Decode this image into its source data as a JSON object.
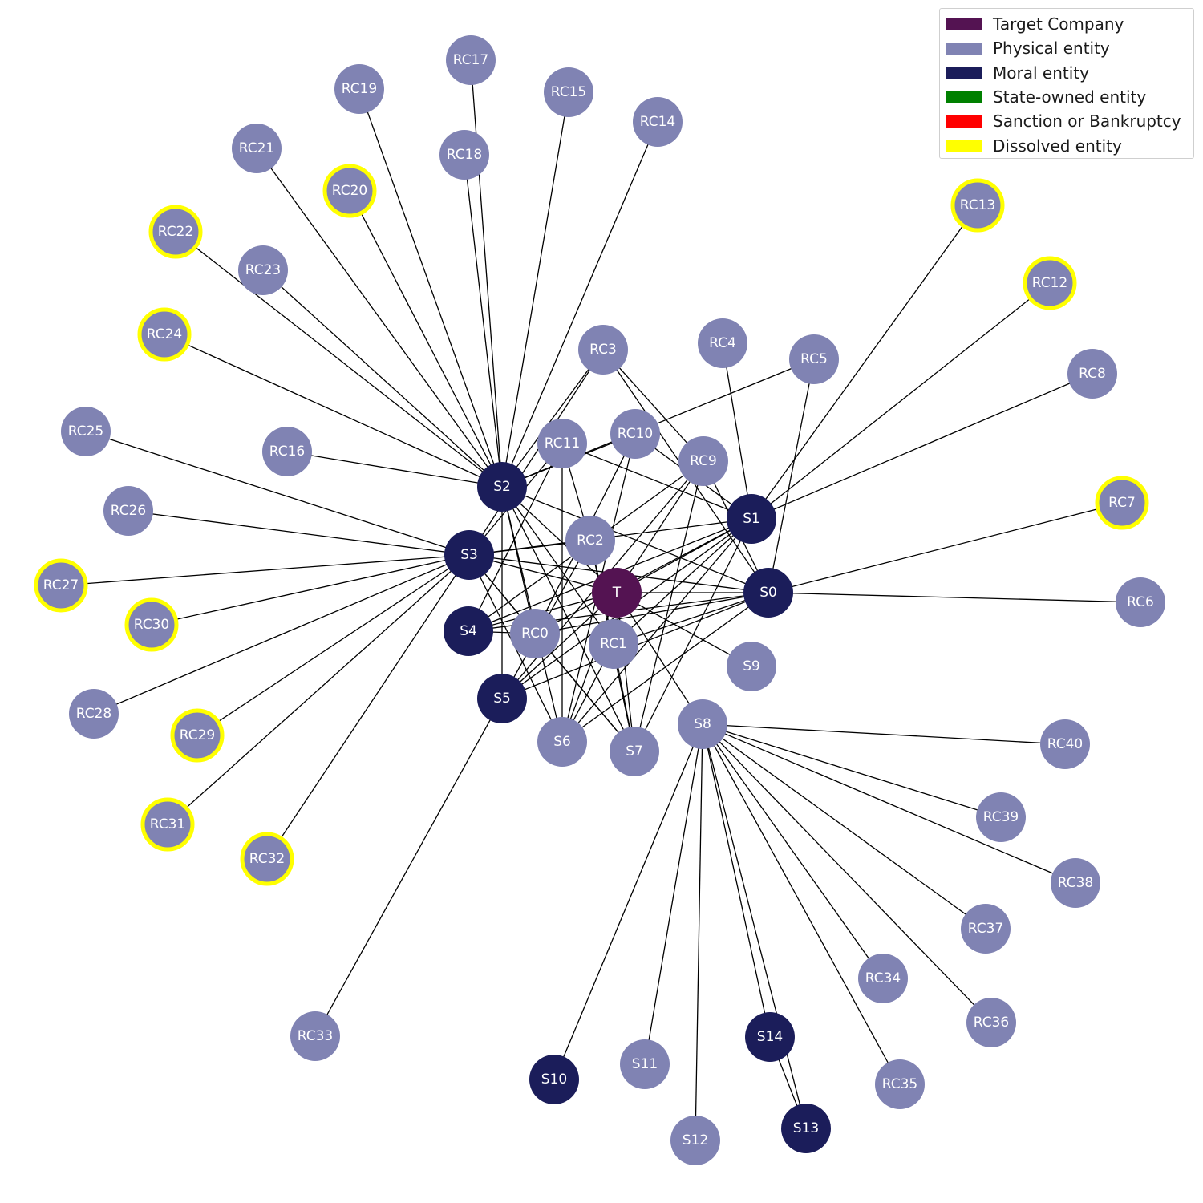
{
  "colors": {
    "target": "#541352",
    "physical": "#8083b3",
    "moral": "#1b1d5a",
    "dissolved_outline": "#ffff00",
    "edge": "#000000",
    "label": "#ffffff"
  },
  "legend": [
    {
      "label": "Target Company",
      "color": "#541352"
    },
    {
      "label": "Physical entity",
      "color": "#8083b3"
    },
    {
      "label": "Moral entity",
      "color": "#1b1d5a"
    },
    {
      "label": "State-owned entity",
      "color": "#008000"
    },
    {
      "label": "Sanction or Bankruptcy",
      "color": "#ff0000"
    },
    {
      "label": "Dissolved entity",
      "color": "#ffff00"
    }
  ],
  "nodes": [
    {
      "id": "T",
      "type": "target",
      "dissolved": false
    },
    {
      "id": "S0",
      "type": "moral",
      "dissolved": false
    },
    {
      "id": "S1",
      "type": "moral",
      "dissolved": false
    },
    {
      "id": "S2",
      "type": "moral",
      "dissolved": false
    },
    {
      "id": "S3",
      "type": "moral",
      "dissolved": false
    },
    {
      "id": "S4",
      "type": "moral",
      "dissolved": false
    },
    {
      "id": "S5",
      "type": "moral",
      "dissolved": false
    },
    {
      "id": "S6",
      "type": "physical",
      "dissolved": false
    },
    {
      "id": "S7",
      "type": "physical",
      "dissolved": false
    },
    {
      "id": "S8",
      "type": "physical",
      "dissolved": false
    },
    {
      "id": "S9",
      "type": "physical",
      "dissolved": false
    },
    {
      "id": "S10",
      "type": "moral",
      "dissolved": false
    },
    {
      "id": "S11",
      "type": "physical",
      "dissolved": false
    },
    {
      "id": "S12",
      "type": "physical",
      "dissolved": false
    },
    {
      "id": "S13",
      "type": "moral",
      "dissolved": false
    },
    {
      "id": "S14",
      "type": "moral",
      "dissolved": false
    },
    {
      "id": "RC0",
      "type": "physical",
      "dissolved": false
    },
    {
      "id": "RC1",
      "type": "physical",
      "dissolved": false
    },
    {
      "id": "RC2",
      "type": "physical",
      "dissolved": false
    },
    {
      "id": "RC3",
      "type": "physical",
      "dissolved": false
    },
    {
      "id": "RC4",
      "type": "physical",
      "dissolved": false
    },
    {
      "id": "RC5",
      "type": "physical",
      "dissolved": false
    },
    {
      "id": "RC6",
      "type": "physical",
      "dissolved": false
    },
    {
      "id": "RC7",
      "type": "physical",
      "dissolved": true
    },
    {
      "id": "RC8",
      "type": "physical",
      "dissolved": false
    },
    {
      "id": "RC9",
      "type": "physical",
      "dissolved": false
    },
    {
      "id": "RC10",
      "type": "physical",
      "dissolved": false
    },
    {
      "id": "RC11",
      "type": "physical",
      "dissolved": false
    },
    {
      "id": "RC12",
      "type": "physical",
      "dissolved": true
    },
    {
      "id": "RC13",
      "type": "physical",
      "dissolved": true
    },
    {
      "id": "RC14",
      "type": "physical",
      "dissolved": false
    },
    {
      "id": "RC15",
      "type": "physical",
      "dissolved": false
    },
    {
      "id": "RC16",
      "type": "physical",
      "dissolved": false
    },
    {
      "id": "RC17",
      "type": "physical",
      "dissolved": false
    },
    {
      "id": "RC18",
      "type": "physical",
      "dissolved": false
    },
    {
      "id": "RC19",
      "type": "physical",
      "dissolved": false
    },
    {
      "id": "RC20",
      "type": "physical",
      "dissolved": true
    },
    {
      "id": "RC21",
      "type": "physical",
      "dissolved": false
    },
    {
      "id": "RC22",
      "type": "physical",
      "dissolved": true
    },
    {
      "id": "RC23",
      "type": "physical",
      "dissolved": false
    },
    {
      "id": "RC24",
      "type": "physical",
      "dissolved": true
    },
    {
      "id": "RC25",
      "type": "physical",
      "dissolved": false
    },
    {
      "id": "RC26",
      "type": "physical",
      "dissolved": false
    },
    {
      "id": "RC27",
      "type": "physical",
      "dissolved": true
    },
    {
      "id": "RC28",
      "type": "physical",
      "dissolved": false
    },
    {
      "id": "RC29",
      "type": "physical",
      "dissolved": true
    },
    {
      "id": "RC30",
      "type": "physical",
      "dissolved": true
    },
    {
      "id": "RC31",
      "type": "physical",
      "dissolved": true
    },
    {
      "id": "RC32",
      "type": "physical",
      "dissolved": true
    },
    {
      "id": "RC33",
      "type": "physical",
      "dissolved": false
    },
    {
      "id": "RC34",
      "type": "physical",
      "dissolved": false
    },
    {
      "id": "RC35",
      "type": "physical",
      "dissolved": false
    },
    {
      "id": "RC36",
      "type": "physical",
      "dissolved": false
    },
    {
      "id": "RC37",
      "type": "physical",
      "dissolved": false
    },
    {
      "id": "RC38",
      "type": "physical",
      "dissolved": false
    },
    {
      "id": "RC39",
      "type": "physical",
      "dissolved": false
    },
    {
      "id": "RC40",
      "type": "physical",
      "dissolved": false
    }
  ],
  "edges": [
    [
      "T",
      "S0"
    ],
    [
      "T",
      "S1"
    ],
    [
      "T",
      "S2"
    ],
    [
      "T",
      "S3"
    ],
    [
      "T",
      "S4"
    ],
    [
      "T",
      "S5"
    ],
    [
      "T",
      "S6"
    ],
    [
      "T",
      "S7"
    ],
    [
      "T",
      "S8"
    ],
    [
      "T",
      "S9"
    ],
    [
      "T",
      "RC9"
    ],
    [
      "S0",
      "S2"
    ],
    [
      "S0",
      "S3"
    ],
    [
      "S0",
      "S4"
    ],
    [
      "S0",
      "S5"
    ],
    [
      "S0",
      "S6"
    ],
    [
      "S0",
      "RC0"
    ],
    [
      "S0",
      "RC1"
    ],
    [
      "S0",
      "RC3"
    ],
    [
      "S0",
      "RC5"
    ],
    [
      "S0",
      "RC6"
    ],
    [
      "S0",
      "RC7"
    ],
    [
      "S0",
      "RC9"
    ],
    [
      "S1",
      "S3"
    ],
    [
      "S1",
      "S4"
    ],
    [
      "S1",
      "S5"
    ],
    [
      "S1",
      "S6"
    ],
    [
      "S1",
      "S7"
    ],
    [
      "S1",
      "RC0"
    ],
    [
      "S1",
      "RC1"
    ],
    [
      "S1",
      "RC4"
    ],
    [
      "S1",
      "RC8"
    ],
    [
      "S1",
      "RC10"
    ],
    [
      "S1",
      "RC11"
    ],
    [
      "S1",
      "RC12"
    ],
    [
      "S1",
      "RC13"
    ],
    [
      "S2",
      "S5"
    ],
    [
      "S2",
      "S6"
    ],
    [
      "S2",
      "S7"
    ],
    [
      "S2",
      "RC0"
    ],
    [
      "S2",
      "RC1"
    ],
    [
      "S2",
      "RC3"
    ],
    [
      "S2",
      "RC5"
    ],
    [
      "S2",
      "RC10"
    ],
    [
      "S2",
      "RC14"
    ],
    [
      "S2",
      "RC15"
    ],
    [
      "S2",
      "RC16"
    ],
    [
      "S2",
      "RC17"
    ],
    [
      "S2",
      "RC18"
    ],
    [
      "S2",
      "RC19"
    ],
    [
      "S2",
      "RC20"
    ],
    [
      "S2",
      "RC21"
    ],
    [
      "S2",
      "RC22"
    ],
    [
      "S2",
      "RC23"
    ],
    [
      "S2",
      "RC24"
    ],
    [
      "S3",
      "S6"
    ],
    [
      "S3",
      "S7"
    ],
    [
      "S3",
      "RC0"
    ],
    [
      "S3",
      "RC2"
    ],
    [
      "S3",
      "RC3"
    ],
    [
      "S3",
      "RC11"
    ],
    [
      "S3",
      "RC25"
    ],
    [
      "S3",
      "RC26"
    ],
    [
      "S3",
      "RC27"
    ],
    [
      "S3",
      "RC28"
    ],
    [
      "S3",
      "RC29"
    ],
    [
      "S3",
      "RC30"
    ],
    [
      "S3",
      "RC31"
    ],
    [
      "S3",
      "RC32"
    ],
    [
      "S4",
      "RC0"
    ],
    [
      "S4",
      "RC9"
    ],
    [
      "S4",
      "RC11"
    ],
    [
      "S5",
      "RC2"
    ],
    [
      "S5",
      "RC9"
    ],
    [
      "S5",
      "RC33"
    ],
    [
      "S6",
      "RC1"
    ],
    [
      "S6",
      "RC10"
    ],
    [
      "S6",
      "RC11"
    ],
    [
      "S7",
      "RC0"
    ],
    [
      "S7",
      "RC1"
    ],
    [
      "S7",
      "RC2"
    ],
    [
      "S7",
      "RC9"
    ],
    [
      "RC0",
      "RC10"
    ],
    [
      "RC1",
      "RC2"
    ],
    [
      "RC2",
      "RC11"
    ],
    [
      "RC3",
      "RC9"
    ],
    [
      "S8",
      "S10"
    ],
    [
      "S8",
      "S11"
    ],
    [
      "S8",
      "S12"
    ],
    [
      "S8",
      "S13"
    ],
    [
      "S8",
      "S14"
    ],
    [
      "S8",
      "RC34"
    ],
    [
      "S8",
      "RC35"
    ],
    [
      "S8",
      "RC36"
    ],
    [
      "S8",
      "RC37"
    ],
    [
      "S8",
      "RC38"
    ],
    [
      "S8",
      "RC39"
    ],
    [
      "S8",
      "RC40"
    ],
    [
      "S14",
      "S13"
    ]
  ]
}
